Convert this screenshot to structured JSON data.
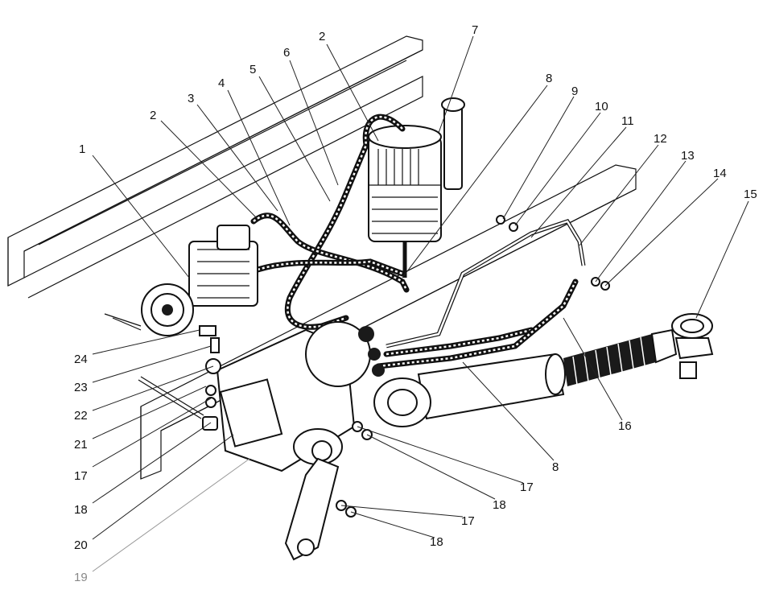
{
  "callouts": [
    {
      "id": "c1",
      "text": "1"
    },
    {
      "id": "c2a",
      "text": "2"
    },
    {
      "id": "c2b",
      "text": "2"
    },
    {
      "id": "c3",
      "text": "3"
    },
    {
      "id": "c4",
      "text": "4"
    },
    {
      "id": "c5",
      "text": "5"
    },
    {
      "id": "c6",
      "text": "6"
    },
    {
      "id": "c7",
      "text": "7"
    },
    {
      "id": "c8a",
      "text": "8"
    },
    {
      "id": "c8b",
      "text": "8"
    },
    {
      "id": "c9",
      "text": "9"
    },
    {
      "id": "c10",
      "text": "10"
    },
    {
      "id": "c11",
      "text": "11"
    },
    {
      "id": "c12",
      "text": "12"
    },
    {
      "id": "c13",
      "text": "13"
    },
    {
      "id": "c14",
      "text": "14"
    },
    {
      "id": "c15",
      "text": "15"
    },
    {
      "id": "c16",
      "text": "16"
    },
    {
      "id": "c17a",
      "text": "17"
    },
    {
      "id": "c17b",
      "text": "17"
    },
    {
      "id": "c17c",
      "text": "17"
    },
    {
      "id": "c18a",
      "text": "18"
    },
    {
      "id": "c18b",
      "text": "18"
    },
    {
      "id": "c18c",
      "text": "18"
    },
    {
      "id": "c19",
      "text": "19"
    },
    {
      "id": "c20",
      "text": "20"
    },
    {
      "id": "c21",
      "text": "21"
    },
    {
      "id": "c22",
      "text": "22"
    },
    {
      "id": "c23",
      "text": "23"
    },
    {
      "id": "c24",
      "text": "24"
    }
  ],
  "colors": {
    "ink": "#111111",
    "paper": "#ffffff",
    "faded": "#888888"
  }
}
